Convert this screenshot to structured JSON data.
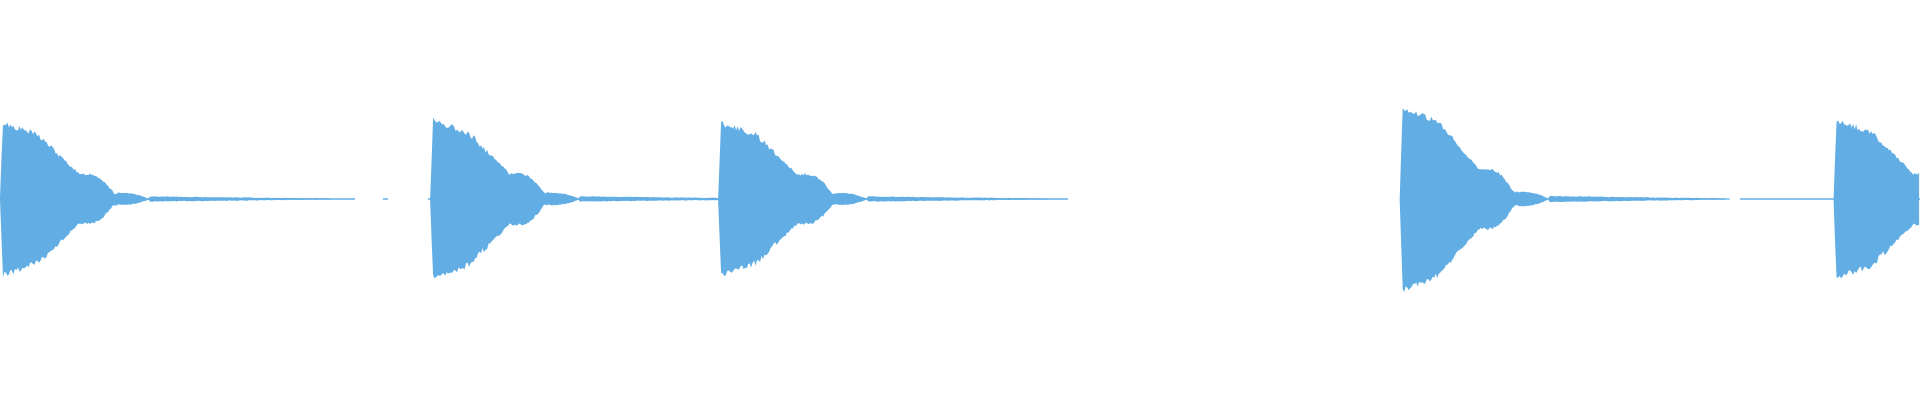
{
  "waveform": {
    "color": "#62aee4",
    "background": "#ffffff",
    "icon": "audio-waveform",
    "segments": [
      {
        "id": "segment-1",
        "peak": 0.8,
        "start_fraction": 0.0,
        "attack_fraction": 0.0,
        "cutoff": false
      },
      {
        "id": "segment-2",
        "peak": 0.83,
        "start_fraction": 0.0,
        "attack_fraction": 0.224,
        "cutoff": false
      },
      {
        "id": "segment-3",
        "peak": 0.8,
        "start_fraction": 0.0,
        "attack_fraction": 0.374,
        "cutoff": false
      },
      {
        "id": "segment-4",
        "peak": 0.96,
        "start_fraction": 0.0,
        "attack_fraction": 0.729,
        "cutoff": false
      },
      {
        "id": "segment-5",
        "peak": 0.83,
        "start_fraction": 0.0,
        "attack_fraction": 0.955,
        "cutoff": true
      }
    ]
  }
}
